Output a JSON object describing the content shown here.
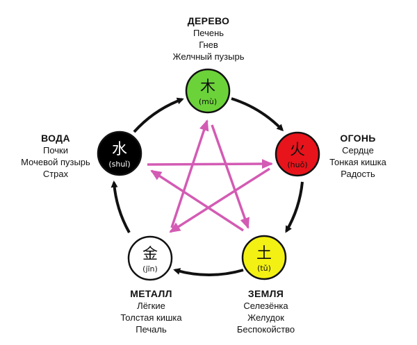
{
  "colors": {
    "wood": "#6cd23a",
    "fire": "#e8141b",
    "earth": "#f3f113",
    "metal": "#ffffff",
    "water": "#000000",
    "cycle_arrow": "#111111",
    "control_arrow": "#d35bb4"
  },
  "elements": {
    "wood": {
      "glyph": "木",
      "pinyin": "(mù)",
      "title": "ДЕРЕВО",
      "lines": [
        "Печень",
        "Гнев",
        "Желчный пузырь"
      ]
    },
    "fire": {
      "glyph": "火",
      "pinyin": "(huǒ)",
      "title": "ОГОНЬ",
      "lines": [
        "Сердце",
        "Тонкая кишка",
        "Радость"
      ]
    },
    "earth": {
      "glyph": "土",
      "pinyin": "(tǔ)",
      "title": "ЗЕМЛЯ",
      "lines": [
        "Селезёнка",
        "Желудок",
        "Беспокойство"
      ]
    },
    "metal": {
      "glyph": "金",
      "pinyin": "(jīn)",
      "title": "МЕТАЛЛ",
      "lines": [
        "Лёгкие",
        "Толстая кишка",
        "Печаль"
      ]
    },
    "water": {
      "glyph": "水",
      "pinyin": "(shuǐ)",
      "title": "ВОДА",
      "lines": [
        "Почки",
        "Мочевой пузырь",
        "Страх"
      ]
    }
  }
}
